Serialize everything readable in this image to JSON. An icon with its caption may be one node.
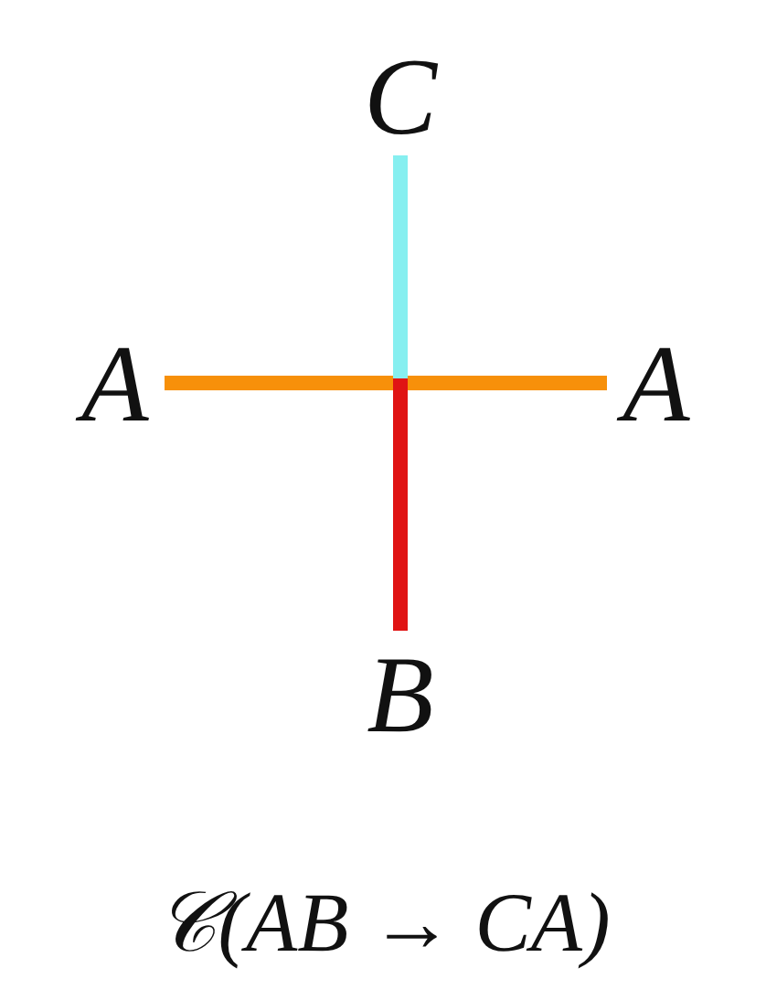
{
  "diagram": {
    "caption": "𝒞(AB → CA)",
    "nodes": [
      {
        "text": [
          "C"
        ]
      },
      {
        "text": [
          "A"
        ]
      },
      {
        "text": [
          "A"
        ]
      },
      {
        "text": [
          "B"
        ]
      }
    ],
    "edges": [
      {
        "from": 1,
        "to": 2,
        "arrow": "none",
        "color": "#f7900a"
      },
      {
        "from": null,
        "to": 0,
        "arrow": "none",
        "color": "#86eff0"
      },
      {
        "from": null,
        "to": 3,
        "arrow": "none",
        "color": "#e01414"
      }
    ]
  }
}
